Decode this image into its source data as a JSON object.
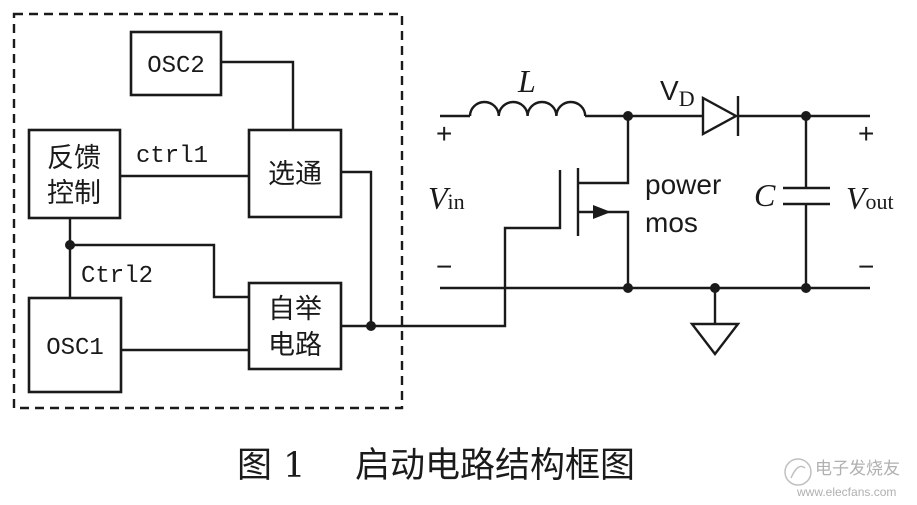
{
  "blocks": {
    "osc2": "OSC2",
    "feedback_line1": "反馈",
    "feedback_line2": "控制",
    "selector": "选通",
    "osc1": "OSC1",
    "bootstrap_line1": "自举",
    "bootstrap_line2": "电路"
  },
  "signals": {
    "ctrl1": "ctrl1",
    "ctrl2": "Ctrl2"
  },
  "power_stage": {
    "inductor": "L",
    "diode_main": "V",
    "diode_sub": "D",
    "capacitor": "C",
    "vin_main": "V",
    "vin_sub": "in",
    "vout_main": "V",
    "vout_sub": "out",
    "mos_line1": "power",
    "mos_line2": "mos",
    "plus": "+",
    "minus": "−"
  },
  "caption": {
    "number": "图 1",
    "title": "启动电路结构框图"
  },
  "watermark": {
    "name": "电子发烧友",
    "url": "www.elecfans.com"
  }
}
